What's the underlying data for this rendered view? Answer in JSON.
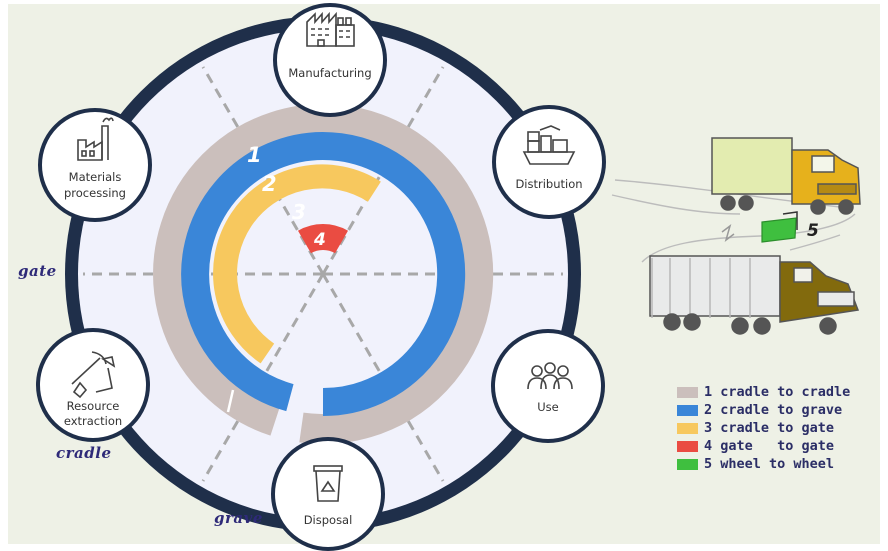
{
  "nodes": {
    "manufacturing": "Manufacturing",
    "distribution": "Distribution",
    "use": "Use",
    "disposal": "Disposal",
    "resource_line1": "Resource",
    "resource_line2": "extraction",
    "materials_line1": "Materials",
    "materials_line2": "processing"
  },
  "side_labels": {
    "gate": "gate",
    "cradle": "cradle",
    "grave": "grave"
  },
  "rings": [
    {
      "number": "1",
      "color": "#cbbfbc"
    },
    {
      "number": "2",
      "color": "#3a86d8"
    },
    {
      "number": "3",
      "color": "#f7c85e"
    },
    {
      "number": "4",
      "color": "#ea4c42"
    }
  ],
  "trucks": {
    "wheel_number": "5",
    "flag_color": "#3fbf3f"
  },
  "legend": [
    {
      "label": "1 cradle to cradle",
      "color": "#cbbfbc"
    },
    {
      "label": "2 cradle to grave",
      "color": "#3a86d8"
    },
    {
      "label": "3 cradle to gate",
      "color": "#f7c85e"
    },
    {
      "label": "4 gate   to gate",
      "color": "#ea4c42"
    },
    {
      "label": "5 wheel to wheel",
      "color": "#3fbf3f"
    }
  ],
  "icons": [
    "factory-icon",
    "manufacturing-icon",
    "distribution-icon",
    "users-icon",
    "trash-bin-icon",
    "pickaxe-icon",
    "truck-icon"
  ]
}
